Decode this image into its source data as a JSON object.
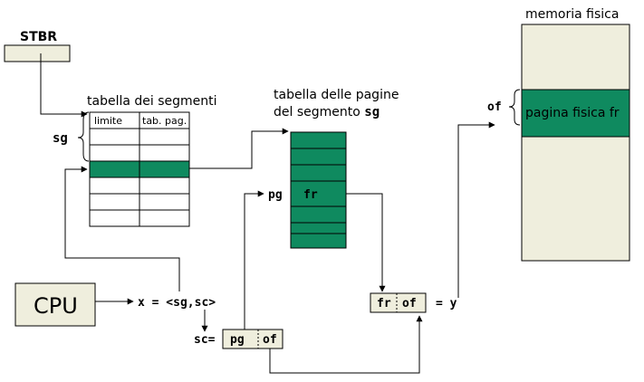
{
  "stbr": {
    "label": "STBR"
  },
  "segment_table": {
    "title": "tabella dei segmenti",
    "col_headers": [
      "limite",
      "tab. pag."
    ],
    "brace_label": "sg"
  },
  "page_table": {
    "title_line1": "tabella delle pagine",
    "title_line2_prefix": "del segmento ",
    "title_line2_code": "sg",
    "pg_label": "pg",
    "fr_label": "fr"
  },
  "physical_memory": {
    "title": "memoria fisica",
    "frame_label": "pagina fisica fr",
    "offset_label": "of"
  },
  "cpu": {
    "label": "CPU"
  },
  "logical_address": {
    "text": "x = <sg,sc>"
  },
  "sc_box": {
    "prefix": "sc=",
    "pg": "pg",
    "of": "of"
  },
  "physical_address": {
    "fr": "fr",
    "of": "of",
    "result": "= y"
  },
  "colors": {
    "green": "#0f8a5f",
    "box_fill": "#efeedd",
    "stroke": "#000000"
  }
}
